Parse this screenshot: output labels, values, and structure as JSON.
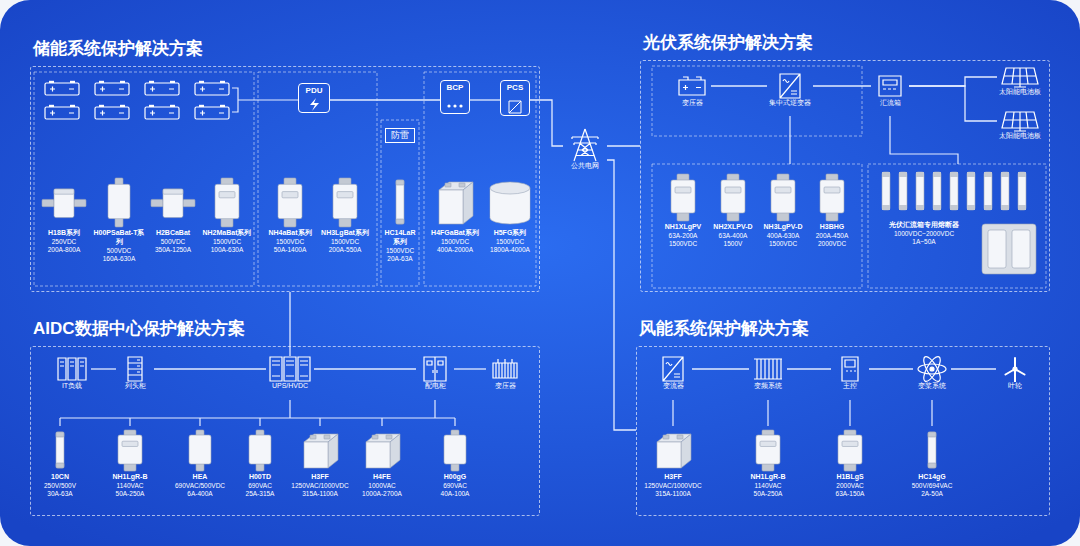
{
  "diagram": {
    "nodes": [
      {
        "text": [
          "储能系统保护解决方案"
        ]
      },
      {
        "text": [
          "PDU"
        ],
        "in": 0
      },
      {
        "text": [
          "防雷"
        ],
        "in": 0
      },
      {
        "text": [
          "BCP"
        ],
        "in": 0
      },
      {
        "text": [
          "PCS"
        ],
        "in": 0
      },
      {
        "text": [
          "H18B系列",
          "250VDC",
          "200A-800A"
        ],
        "in": 0
      },
      {
        "text": [
          "H00PSaBat-T系列",
          "500VDC",
          "160A-630A"
        ],
        "in": 0
      },
      {
        "text": [
          "H2BCaBat",
          "500VDC",
          "350A-1250A"
        ],
        "in": 0
      },
      {
        "text": [
          "NH2MaBat系列",
          "1500VDC",
          "100A-630A"
        ],
        "in": 0
      },
      {
        "text": [
          "NH4aBat系列",
          "1500VDC",
          "50A-1400A"
        ],
        "in": 0
      },
      {
        "text": [
          "NH3LgBat系列",
          "1500VDC",
          "200A-550A"
        ],
        "in": 0
      },
      {
        "text": [
          "HC14LaR系列",
          "1500VDC",
          "20A-63A"
        ],
        "in": 0
      },
      {
        "text": [
          "H4FGaBat系列",
          "1500VDC",
          "400A-2000A"
        ],
        "in": 0
      },
      {
        "text": [
          "H5FG系列",
          "1500VDC",
          "1800A-4000A"
        ],
        "in": 0
      },
      {
        "text": [
          "光伏系统保护解决方案"
        ]
      },
      {
        "text": [
          "变压器"
        ],
        "in": 14
      },
      {
        "text": [
          "集中式逆变器"
        ],
        "in": 14
      },
      {
        "text": [
          "汇流箱"
        ],
        "in": 14
      },
      {
        "text": [
          "太阳能电池板"
        ],
        "in": 14
      },
      {
        "text": [
          "太阳能电池板"
        ],
        "in": 14
      },
      {
        "text": [
          "NH1XLgPV",
          "63A-200A",
          "1500VDC"
        ],
        "in": 14
      },
      {
        "text": [
          "NH2XLPV-D",
          "63A-400A",
          "1500V"
        ],
        "in": 14
      },
      {
        "text": [
          "NH3LgPV-D",
          "400A-630A",
          "1500VDC"
        ],
        "in": 14
      },
      {
        "text": [
          "H3BHG",
          "200A-450A",
          "2000VDC"
        ],
        "in": 14
      },
      {
        "text": [
          "光伏汇流箱专用熔断器",
          "1000VDC~2000VDC",
          "1A~50A"
        ],
        "in": 14
      },
      {
        "text": [
          "公共电网"
        ]
      },
      {
        "text": [
          "AIDC数据中心保护解决方案"
        ]
      },
      {
        "text": [
          "IT负载"
        ],
        "in": 26
      },
      {
        "text": [
          "列头柜"
        ],
        "in": 26
      },
      {
        "text": [
          "UPS/HVDC"
        ],
        "in": 26
      },
      {
        "text": [
          "配电柜"
        ],
        "in": 26
      },
      {
        "text": [
          "变压器"
        ],
        "in": 26
      },
      {
        "text": [
          "10CN",
          "250V/500V",
          "30A-63A"
        ],
        "in": 26
      },
      {
        "text": [
          "NH1LgR-B",
          "1140VAC",
          "50A-250A"
        ],
        "in": 26
      },
      {
        "text": [
          "HEA",
          "690VAC/500VDC",
          "6A-400A"
        ],
        "in": 26
      },
      {
        "text": [
          "H00TD",
          "690VAC",
          "25A-315A"
        ],
        "in": 26
      },
      {
        "text": [
          "H3FF",
          "1250VAC/1000VDC",
          "315A-1100A"
        ],
        "in": 26
      },
      {
        "text": [
          "H4FE",
          "1000VAC",
          "1000A-2700A"
        ],
        "in": 26
      },
      {
        "text": [
          "H00gG",
          "690VAC",
          "40A-100A"
        ],
        "in": 26
      },
      {
        "text": [
          "风能系统保护解决方案"
        ]
      },
      {
        "text": [
          "变流器"
        ],
        "in": 39
      },
      {
        "text": [
          "变频系统"
        ],
        "in": 39
      },
      {
        "text": [
          "主控"
        ],
        "in": 39
      },
      {
        "text": [
          "变桨系统"
        ],
        "in": 39
      },
      {
        "text": [
          "叶轮"
        ],
        "in": 39
      },
      {
        "text": [
          "H3FF",
          "1250VAC/1000VDC",
          "315A-1100A"
        ],
        "in": 39
      },
      {
        "text": [
          "NH1LgR-B",
          "1140VAC",
          "50A-250A"
        ],
        "in": 39
      },
      {
        "text": [
          "H1BLgS",
          "2000VAC",
          "63A-150A"
        ],
        "in": 39
      },
      {
        "text": [
          "HC14gG",
          "500V/694VAC",
          "2A-50A"
        ],
        "in": 39
      }
    ],
    "edges": [
      {
        "from": 1,
        "to": 3,
        "arrow": "none"
      },
      {
        "from": 3,
        "to": 4,
        "arrow": "none"
      },
      {
        "from": 4,
        "to": 25,
        "arrow": "none"
      },
      {
        "from": 25,
        "to": 14,
        "arrow": "none"
      },
      {
        "from": 25,
        "to": 39,
        "arrow": "none"
      },
      {
        "from": 0,
        "to": 29,
        "arrow": "none"
      },
      {
        "from": 16,
        "to": 15,
        "arrow": "none"
      },
      {
        "from": 17,
        "to": 16,
        "arrow": "none"
      },
      {
        "from": 18,
        "to": 17,
        "arrow": "none"
      },
      {
        "from": 19,
        "to": 17,
        "arrow": "none"
      },
      {
        "from": 27,
        "to": 28,
        "arrow": "none"
      },
      {
        "from": 28,
        "to": 29,
        "arrow": "none"
      },
      {
        "from": 29,
        "to": 30,
        "arrow": "none"
      },
      {
        "from": 30,
        "to": 31,
        "arrow": "none"
      },
      {
        "from": 40,
        "to": 41,
        "arrow": "none"
      },
      {
        "from": 41,
        "to": 42,
        "arrow": "none"
      },
      {
        "from": 42,
        "to": 43,
        "arrow": "none"
      },
      {
        "from": 43,
        "to": 44,
        "arrow": "none"
      }
    ]
  }
}
